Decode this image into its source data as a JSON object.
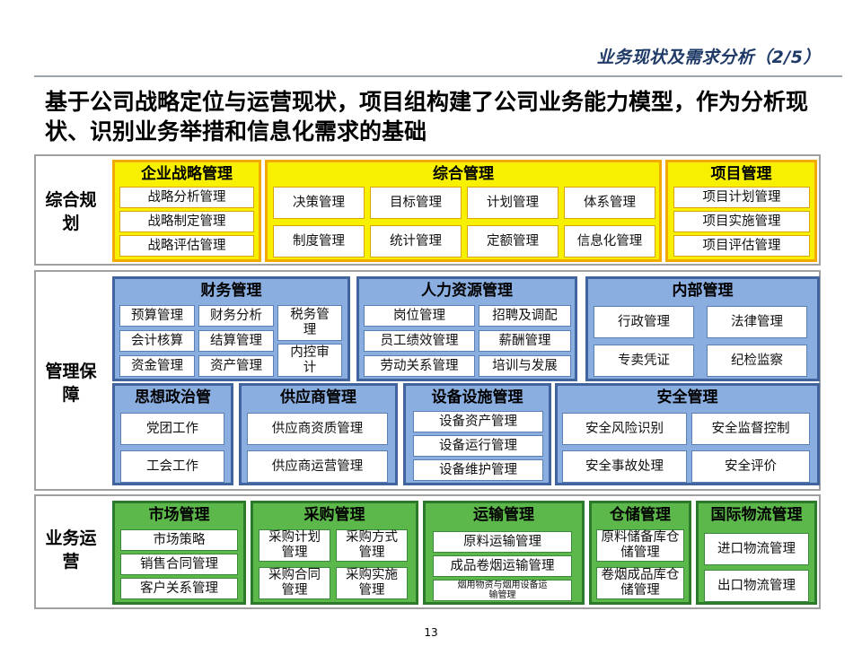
{
  "header": {
    "title": "业务现状及需求分析（2/5）"
  },
  "main_title": "基于公司战略定位与运营现状，项目组构建了公司业务能力模型，作为分析现状、识别业务举措和信息化需求的基础",
  "sections": {
    "s1": {
      "label": "综合规划"
    },
    "s2": {
      "label": "管理保障"
    },
    "s3": {
      "label": "业务运营"
    }
  },
  "groups": {
    "strategy": {
      "title": "企业战略管理",
      "items": [
        "战略分析管理",
        "战略制定管理",
        "战略评估管理"
      ]
    },
    "integrated": {
      "title": "综合管理",
      "items": [
        "决策管理",
        "目标管理",
        "计划管理",
        "体系管理",
        "制度管理",
        "统计管理",
        "定额管理",
        "信息化管理"
      ]
    },
    "project": {
      "title": "项目管理",
      "items": [
        "项目计划管理",
        "项目实施管理",
        "项目评估管理"
      ]
    },
    "finance": {
      "title": "财务管理",
      "items": [
        "预算管理",
        "财务分析",
        "税务管理",
        "会计核算",
        "结算管理",
        "内控审计",
        "资金管理",
        "资产管理"
      ]
    },
    "hr": {
      "title": "人力资源管理",
      "items": [
        "岗位管理",
        "招聘及调配",
        "员工绩效管理",
        "薪酬管理",
        "劳动关系管理",
        "培训与发展"
      ]
    },
    "internal": {
      "title": "内部管理",
      "items": [
        "行政管理",
        "法律管理",
        "专卖凭证",
        "纪检监察"
      ]
    },
    "ideology": {
      "title": "思想政治管",
      "items": [
        "党团工作",
        "工会工作"
      ]
    },
    "supplier": {
      "title": "供应商管理",
      "items": [
        "供应商资质管理",
        "供应商运营管理"
      ]
    },
    "equipment": {
      "title": "设备设施管理",
      "items": [
        "设备资产管理",
        "设备运行管理",
        "设备维护管理"
      ]
    },
    "safety": {
      "title": "安全管理",
      "items": [
        "安全风险识别",
        "安全监督控制",
        "安全事故处理",
        "安全评价"
      ]
    },
    "market": {
      "title": "市场管理",
      "items": [
        "市场策略",
        "销售合同管理",
        "客户关系管理"
      ]
    },
    "purchase": {
      "title": "采购管理",
      "items": [
        "采购计划管理",
        "采购方式管理",
        "采购合同管理",
        "采购实施管理"
      ]
    },
    "transport": {
      "title": "运输管理",
      "items": [
        "原料运输管理",
        "成品卷烟运输管理",
        "烟用物资与烟用设备运输管理"
      ]
    },
    "storage": {
      "title": "仓储管理",
      "items": [
        "原料储备库仓储管理",
        "卷烟成品库仓储管理"
      ]
    },
    "logistics": {
      "title": "国际物流管理",
      "items": [
        "进口物流管理",
        "出口物流管理"
      ]
    }
  },
  "page_number": "13"
}
